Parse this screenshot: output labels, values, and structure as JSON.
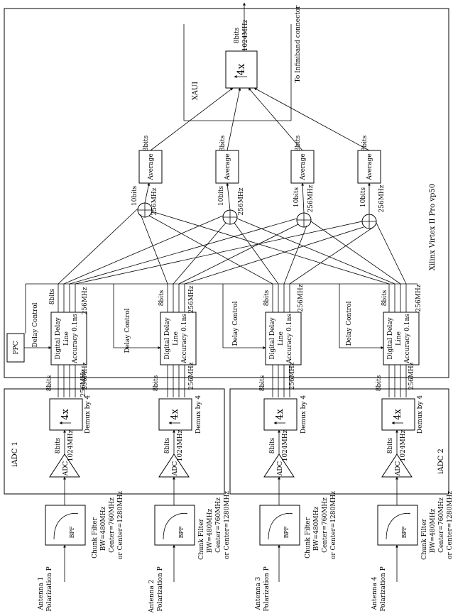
{
  "fpga_label": "Xilinx Virtex II Pro vp50",
  "xaui_label": "XAUI",
  "infiniband_label": "To Infiniband connector",
  "mux4x_label": "4x",
  "avg_label": "Average",
  "bits_8": "8bits",
  "bits_10": "10bits",
  "freq_256": "256MHz",
  "freq_1024": "1024MHz",
  "ppc_label": "PPC",
  "delay_control": "Delay Control",
  "digital_delay": [
    "Digital Delay",
    "Line",
    "Accuracy 0.1ns"
  ],
  "demux_label": "Demux by 4",
  "adc_label": "ADC",
  "bpf_label": "BPF",
  "iadc": [
    "iADC 1",
    "iADC 2"
  ],
  "chunk_filter": [
    "Chunk Filter",
    "BW=480MHz",
    "Center=760MHz",
    "or Center=1280MHz"
  ],
  "antennas": [
    {
      "name": "Antenna 1",
      "pol": "Polarization P"
    },
    {
      "name": "Antenna 2",
      "pol": "Polarization P"
    },
    {
      "name": "Antenna 3",
      "pol": "Polarization P"
    },
    {
      "name": "Antenna 4",
      "pol": "Polarization P"
    }
  ]
}
